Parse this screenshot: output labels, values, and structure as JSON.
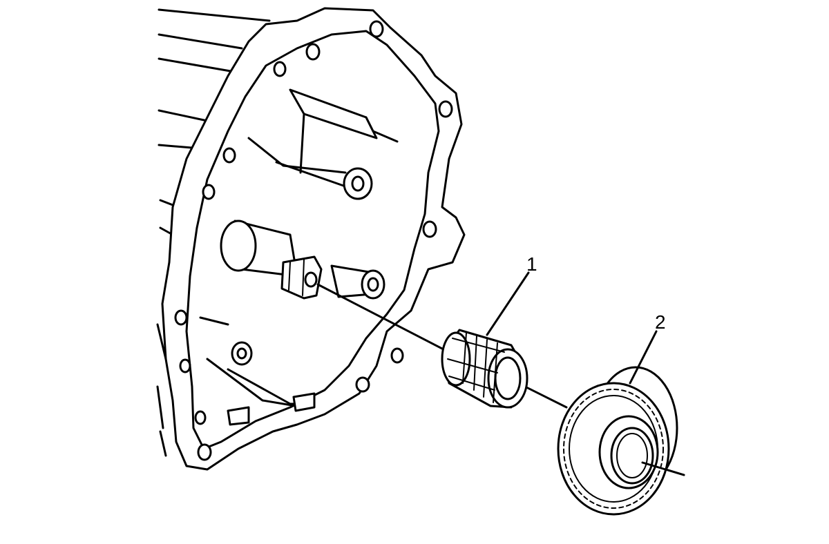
{
  "diagram": {
    "callouts": [
      {
        "id": "1",
        "label": "1",
        "part": "needle-bearing"
      },
      {
        "id": "2",
        "label": "2",
        "part": "helical-gear"
      }
    ],
    "colors": {
      "line": "#000000",
      "background": "#ffffff"
    }
  }
}
